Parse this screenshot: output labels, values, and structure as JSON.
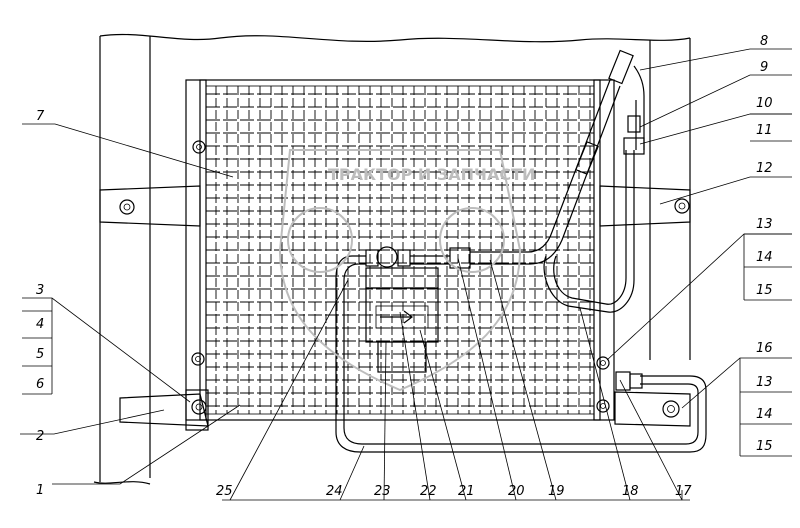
{
  "diagram": {
    "labels": [
      {
        "text": "1"
      },
      {
        "text": "2"
      },
      {
        "text": "3"
      },
      {
        "text": "4"
      },
      {
        "text": "5"
      },
      {
        "text": "6"
      },
      {
        "text": "7"
      },
      {
        "text": "8"
      },
      {
        "text": "9"
      },
      {
        "text": "10"
      },
      {
        "text": "11"
      },
      {
        "text": "12"
      },
      {
        "text": "13"
      },
      {
        "text": "14"
      },
      {
        "text": "15"
      },
      {
        "text": "16"
      },
      {
        "text": "13"
      },
      {
        "text": "14"
      },
      {
        "text": "15"
      },
      {
        "text": "17"
      },
      {
        "text": "18"
      },
      {
        "text": "19"
      },
      {
        "text": "20"
      },
      {
        "text": "21"
      },
      {
        "text": "22"
      },
      {
        "text": "23"
      },
      {
        "text": "24"
      },
      {
        "text": "25"
      }
    ]
  },
  "watermark": {
    "text": "ТРАКТОР  И  ЗАПЧАСТИ"
  }
}
